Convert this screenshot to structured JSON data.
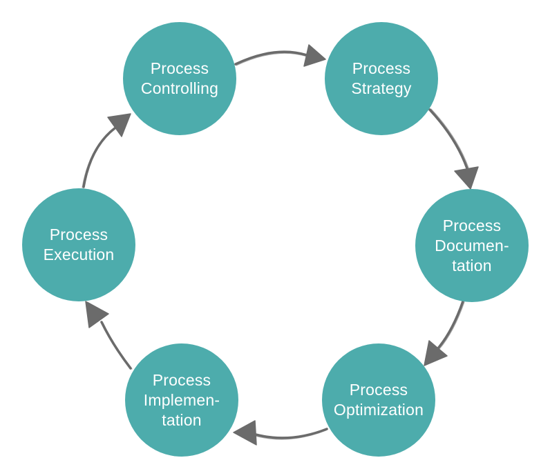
{
  "diagram": {
    "type": "cycle",
    "background_color": "#ffffff",
    "node_color": "#4DACAC",
    "node_text_color": "#ffffff",
    "arrow_color": "#6B6B6B",
    "nodes": [
      {
        "id": "process-controlling",
        "label": "Process Controlling",
        "lines": [
          "Process",
          "Controlling"
        ]
      },
      {
        "id": "process-strategy",
        "label": "Process Strategy",
        "lines": [
          "Process",
          "Strategy"
        ]
      },
      {
        "id": "process-documentation",
        "label": "Process Documentation",
        "lines": [
          "Process",
          "Documen-",
          "tation"
        ]
      },
      {
        "id": "process-optimization",
        "label": "Process Optimization",
        "lines": [
          "Process",
          "Optimization"
        ]
      },
      {
        "id": "process-implementation",
        "label": "Process Implementation",
        "lines": [
          "Process",
          "Implemen-",
          "tation"
        ]
      },
      {
        "id": "process-execution",
        "label": "Process Execution",
        "lines": [
          "Process",
          "Execution"
        ]
      }
    ],
    "arrows": [
      {
        "from": "process-controlling",
        "to": "process-strategy"
      },
      {
        "from": "process-strategy",
        "to": "process-documentation"
      },
      {
        "from": "process-documentation",
        "to": "process-optimization"
      },
      {
        "from": "process-optimization",
        "to": "process-implementation"
      },
      {
        "from": "process-implementation",
        "to": "process-execution"
      },
      {
        "from": "process-execution",
        "to": "process-controlling"
      }
    ]
  }
}
